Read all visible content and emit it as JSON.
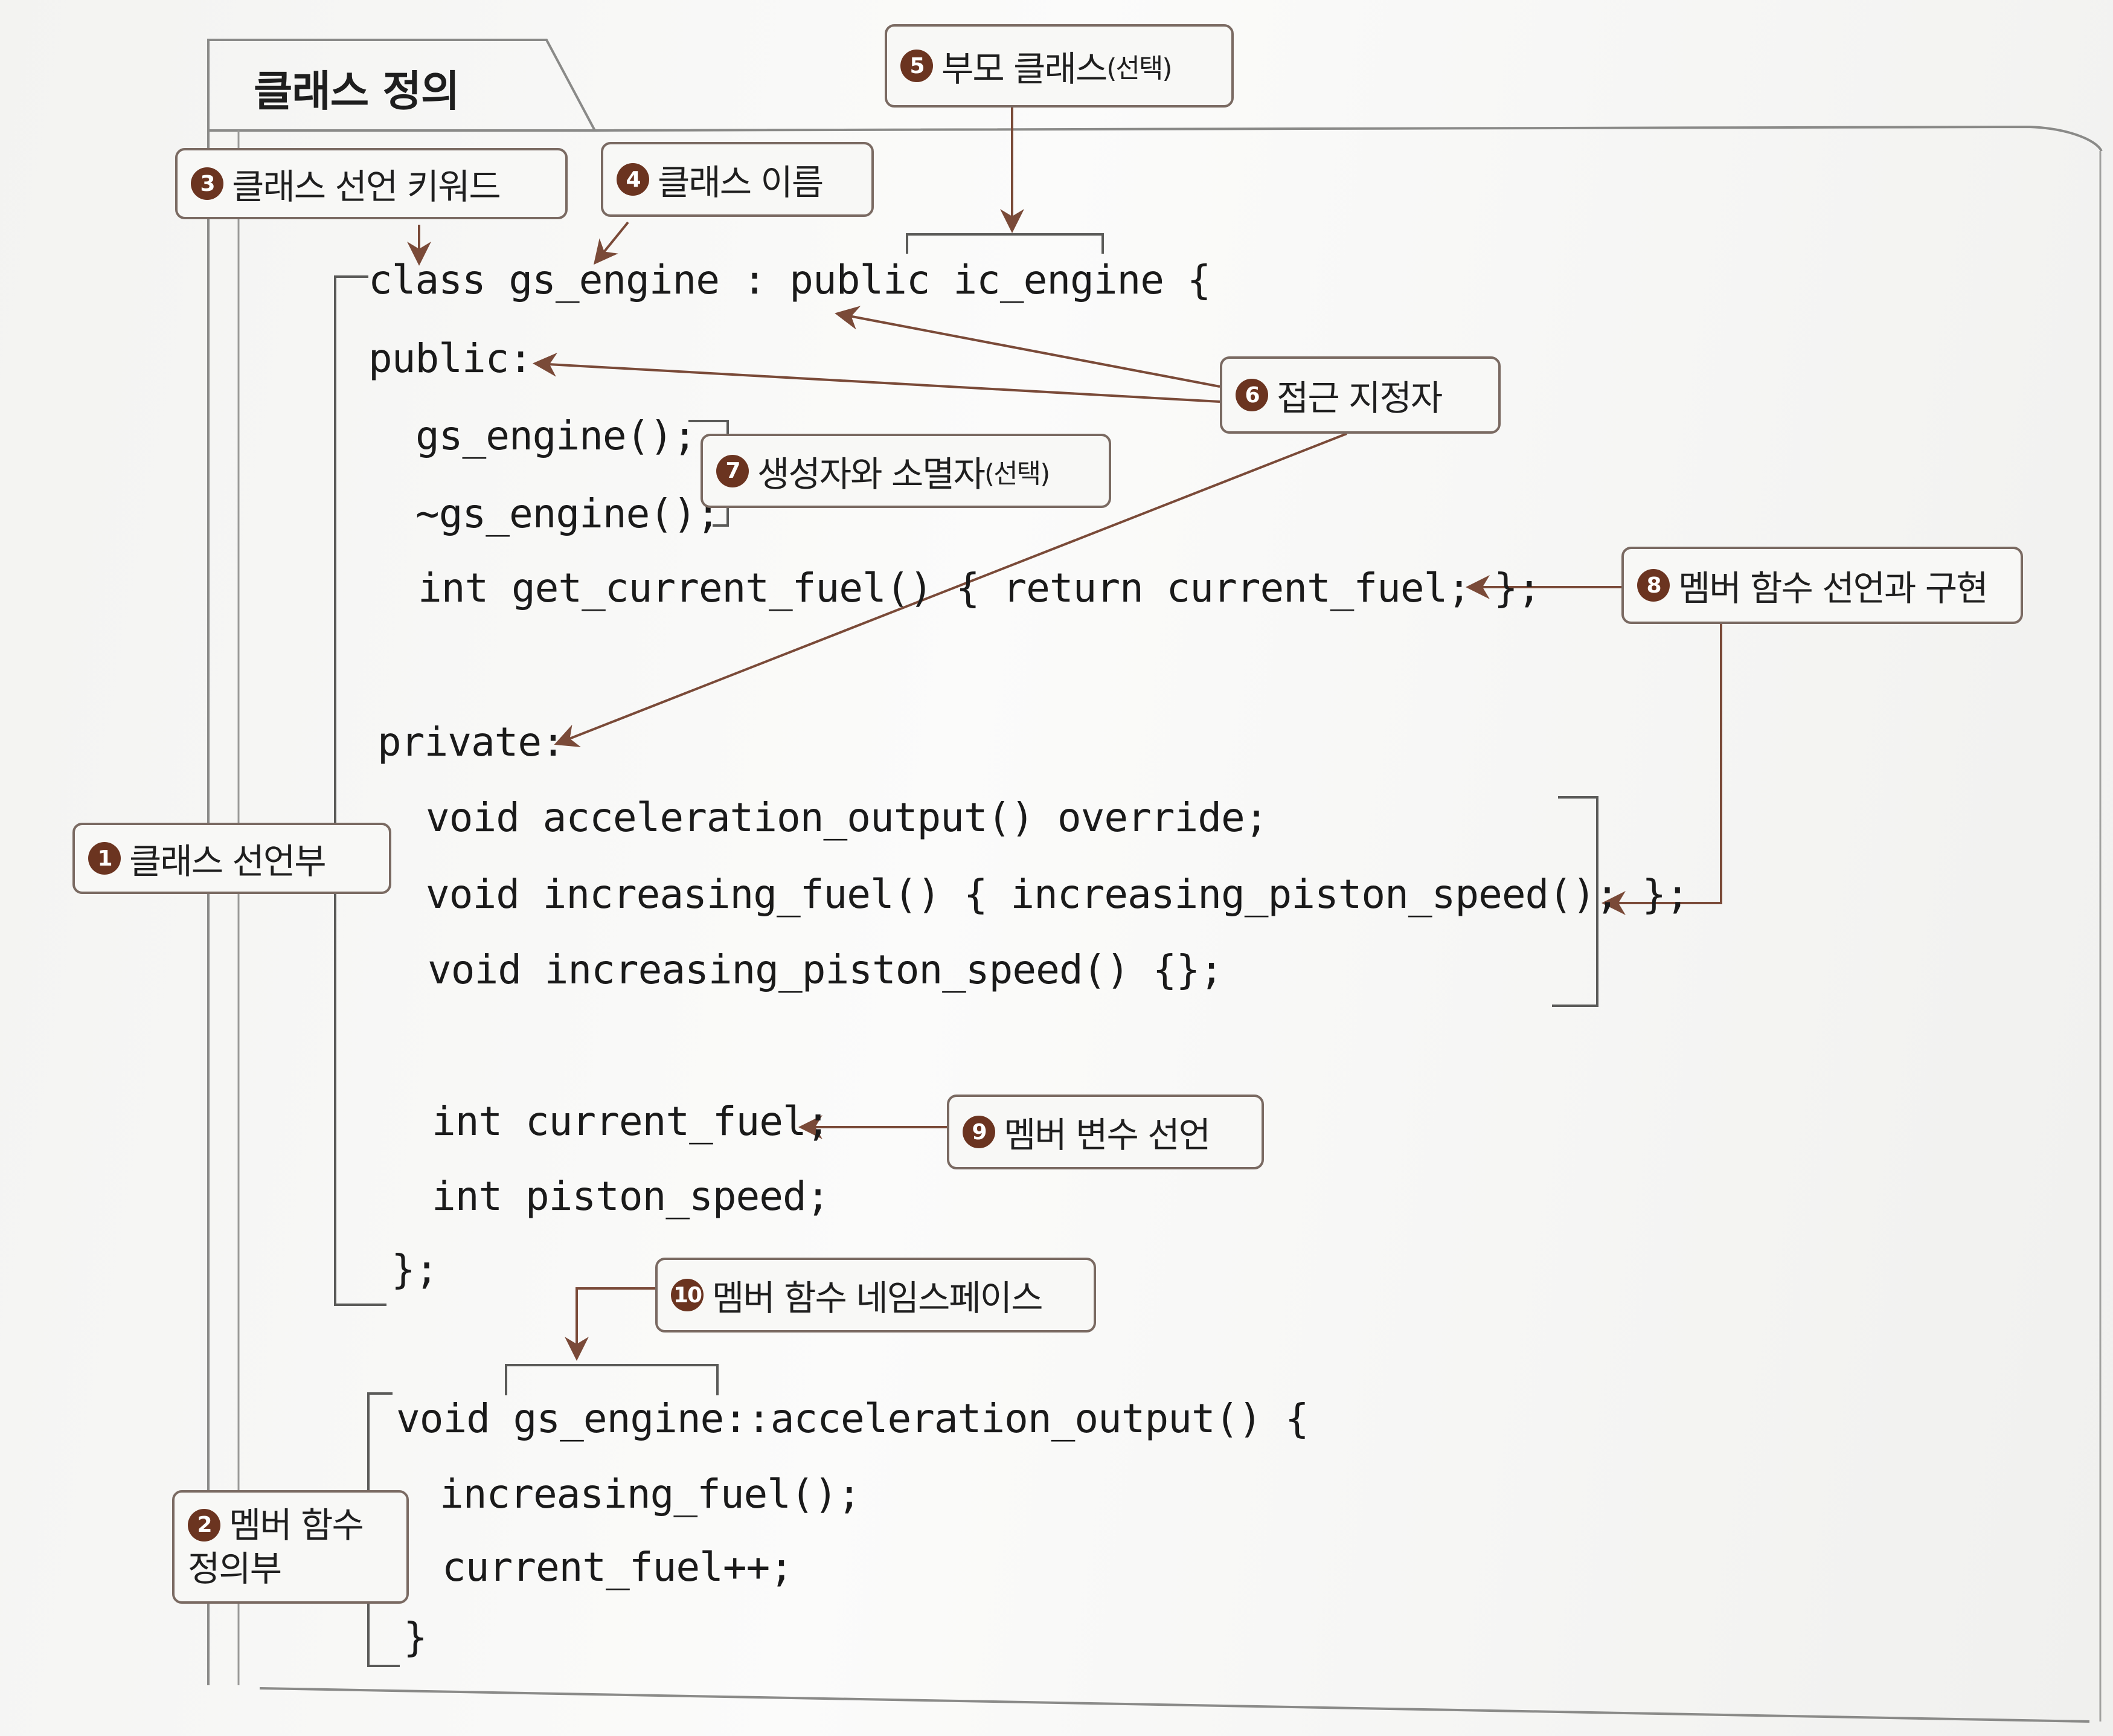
{
  "title": "클래스 정의",
  "code": {
    "line1": "class gs_engine : public ic_engine {",
    "line2": "public:",
    "line3": "gs_engine();",
    "line4": "~gs_engine();",
    "line5": "int get_current_fuel() { return current_fuel; };",
    "line6": "private:",
    "line7": "void acceleration_output() override;",
    "line8": "void increasing_fuel() { increasing_piston_speed(); };",
    "line9": "void increasing_piston_speed() {};",
    "line10": "int current_fuel;",
    "line11": "int piston_speed;",
    "line12": "};",
    "line13": "void gs_engine::acceleration_output() {",
    "line14": "increasing_fuel();",
    "line15": "current_fuel++;",
    "line16": "}"
  },
  "callouts": [
    {
      "number": "1",
      "text": "클래스 선언부"
    },
    {
      "number": "2",
      "text_line1": "멤버 함수",
      "text_line2": "정의부"
    },
    {
      "number": "3",
      "text": "클래스 선언 키워드"
    },
    {
      "number": "4",
      "text": "클래스 이름"
    },
    {
      "number": "5",
      "text": "부모 클래스",
      "suffix": "(선택)"
    },
    {
      "number": "6",
      "text": "접근 지정자"
    },
    {
      "number": "7",
      "text": "생성자와 소멸자",
      "suffix": "(선택)"
    },
    {
      "number": "8",
      "text": "멤버 함수 선언과 구현"
    },
    {
      "number": "9",
      "text": "멤버 변수 선언"
    },
    {
      "number": "10",
      "text": "멤버 함수 네임스페이스"
    }
  ],
  "colors": {
    "badge": "#6b3420",
    "arrow": "#7a4a38",
    "frame": "#8a8a88",
    "label_border": "#7a6a62"
  }
}
